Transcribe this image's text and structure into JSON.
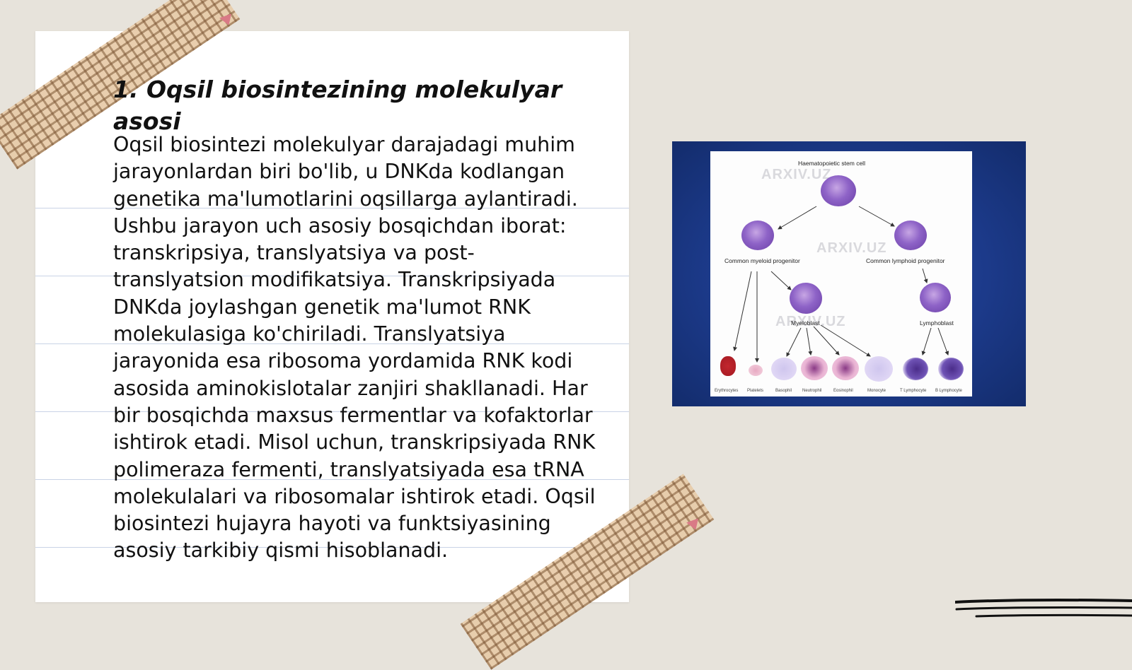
{
  "slide": {
    "title": "1. Oqsil biosintezining molekulyar asosi",
    "body": "Oqsil biosintezi molekulyar darajadagi muhim jarayonlardan biri bo'lib, u DNKda kodlangan genetika ma'lumotlarini oqsillarga aylantiradi. Ushbu jarayon uch asosiy bosqichdan iborat: transkripsiya, translyatsiya va post-translyatsion modifikatsiya. Transkripsiyada DNKda joylashgan genetik ma'lumot RNK molekulasiga ko'chiriladi. Translyatsiya jarayonida esa ribosoma yordamida RNK kodi asosida aminokislotalar zanjiri shakllanadi. Har bir bosqichda maxsus fermentlar va kofaktorlar ishtirok etadi. Misol uchun, transkripsiyada RNK polimeraza fermenti, translyatsiyada esa tRNA molekulalari va ribosomalar ishtirok etadi. Oqsil biosintezi hujayra hayoti va funktsiyasining asosiy tarkibiy qismi hisoblanadi."
  },
  "figure": {
    "watermark": "ARXIV.UZ",
    "labels": {
      "stem": "Haematopoietic stem cell",
      "myeloid": "Common myeloid progenitor",
      "lymphoid": "Common lymphoid progenitor",
      "myeloblast": "Myeloblast",
      "lymphoblast": "Lymphoblast"
    },
    "bottom_labels": [
      "Erythrocytes",
      "Platelets",
      "Basophil",
      "Neutrophil",
      "Eosinophil",
      "Monocyte",
      "T Lymphocyte",
      "B Lymphocyte"
    ]
  },
  "colors": {
    "background": "#e7e3db",
    "paper": "#ffffff",
    "tape": "#e8ccaa",
    "pin": "#d97a86",
    "figure_frame": "#1c3a8a"
  }
}
